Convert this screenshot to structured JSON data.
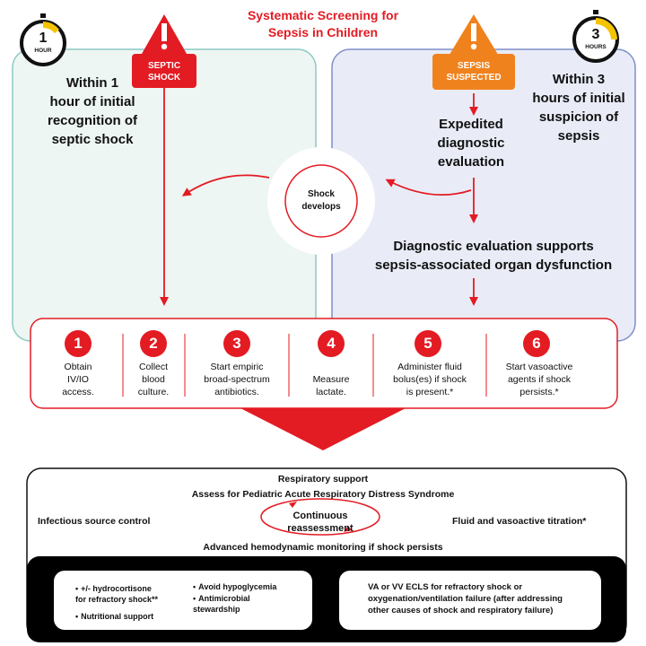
{
  "title": "Systematic Screening for\nSepsis in Children",
  "left_panel": {
    "clock_number": "1",
    "clock_unit": "HOUR",
    "warning_label": "SEPTIC\nSHOCK",
    "text": "Within 1\nhour of initial\nrecognition of\nseptic shock"
  },
  "right_panel": {
    "clock_number": "3",
    "clock_unit": "HOURS",
    "warning_label": "SEPSIS\nSUSPECTED",
    "text": "Within 3\nhours of initial\nsuspicion of\nsepsis",
    "expedited": "Expedited\ndiagnostic\nevaluation",
    "organ_dysfunction": "Diagnostic evaluation supports\nsepsis-associated organ dysfunction"
  },
  "shock_develops": "Shock\ndevelops",
  "steps": [
    {
      "num": "1",
      "label": "Obtain\nIV/IO\naccess."
    },
    {
      "num": "2",
      "label": "Collect\nblood\nculture."
    },
    {
      "num": "3",
      "label": "Start empiric\nbroad-spectrum\nantibiotics."
    },
    {
      "num": "4",
      "label": "Measure\nlactate."
    },
    {
      "num": "5",
      "label": "Administer fluid\nbolus(es) if shock\nis present.*"
    },
    {
      "num": "6",
      "label": "Start vasoactive\nagents if shock\npersists.*"
    }
  ],
  "management": {
    "respiratory": "Respiratory support",
    "pards": "Assess for Pediatric Acute Respiratory Distress Syndrome",
    "source_control": "Infectious source control",
    "continuous": "Continuous\nreassessment",
    "fluid_titration": "Fluid and vasoactive titration*",
    "hemodynamic": "Advanced hemodynamic monitoring if shock persists"
  },
  "bottom": {
    "bullets_a": [
      "+/- hydrocortisone\nfor refractory shock**",
      "Nutritional support"
    ],
    "bullets_b": [
      "Avoid hypoglycemia",
      "Antimicrobial\nstewardship"
    ],
    "ecls": "VA or VV ECLS for refractory shock or\noxygenation/ventilation failure (after addressing\nother causes of shock and respiratory failure)"
  },
  "colors": {
    "red": "#e31b23",
    "orange": "#f0821e",
    "teal_panel": "#eef6f4",
    "blue_panel": "#e9ecf7",
    "clock_yellow": "#f5c400"
  }
}
